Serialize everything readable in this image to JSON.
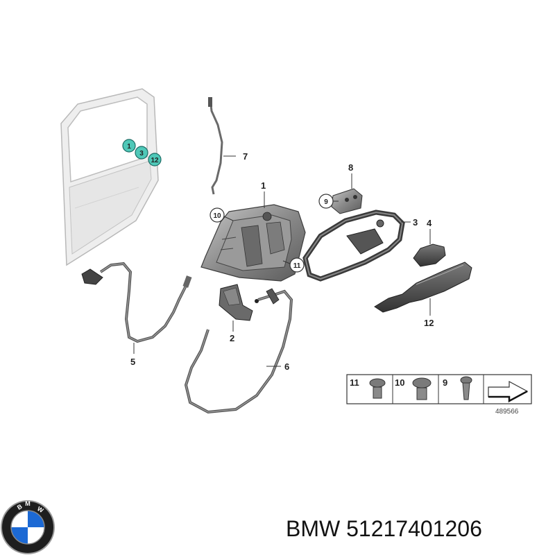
{
  "callouts": {
    "c1": "1",
    "c2": "2",
    "c3": "3",
    "c4": "4",
    "c5": "5",
    "c6": "6",
    "c7": "7",
    "c8": "8",
    "c9": "9",
    "c10": "10",
    "c11": "11",
    "c12": "12"
  },
  "door_markers": {
    "m1": "1",
    "m3": "3",
    "m12": "12"
  },
  "hardware_table": {
    "h11": "11",
    "h10": "10",
    "h9": "9"
  },
  "drawing_number": "489566",
  "caption": {
    "brand": "BMW",
    "part_number": "51217401206"
  },
  "colors": {
    "marker_fill": "#4fc8b8",
    "part_gray": "#6d6d6d",
    "brand_blue": "#1c69d4"
  }
}
